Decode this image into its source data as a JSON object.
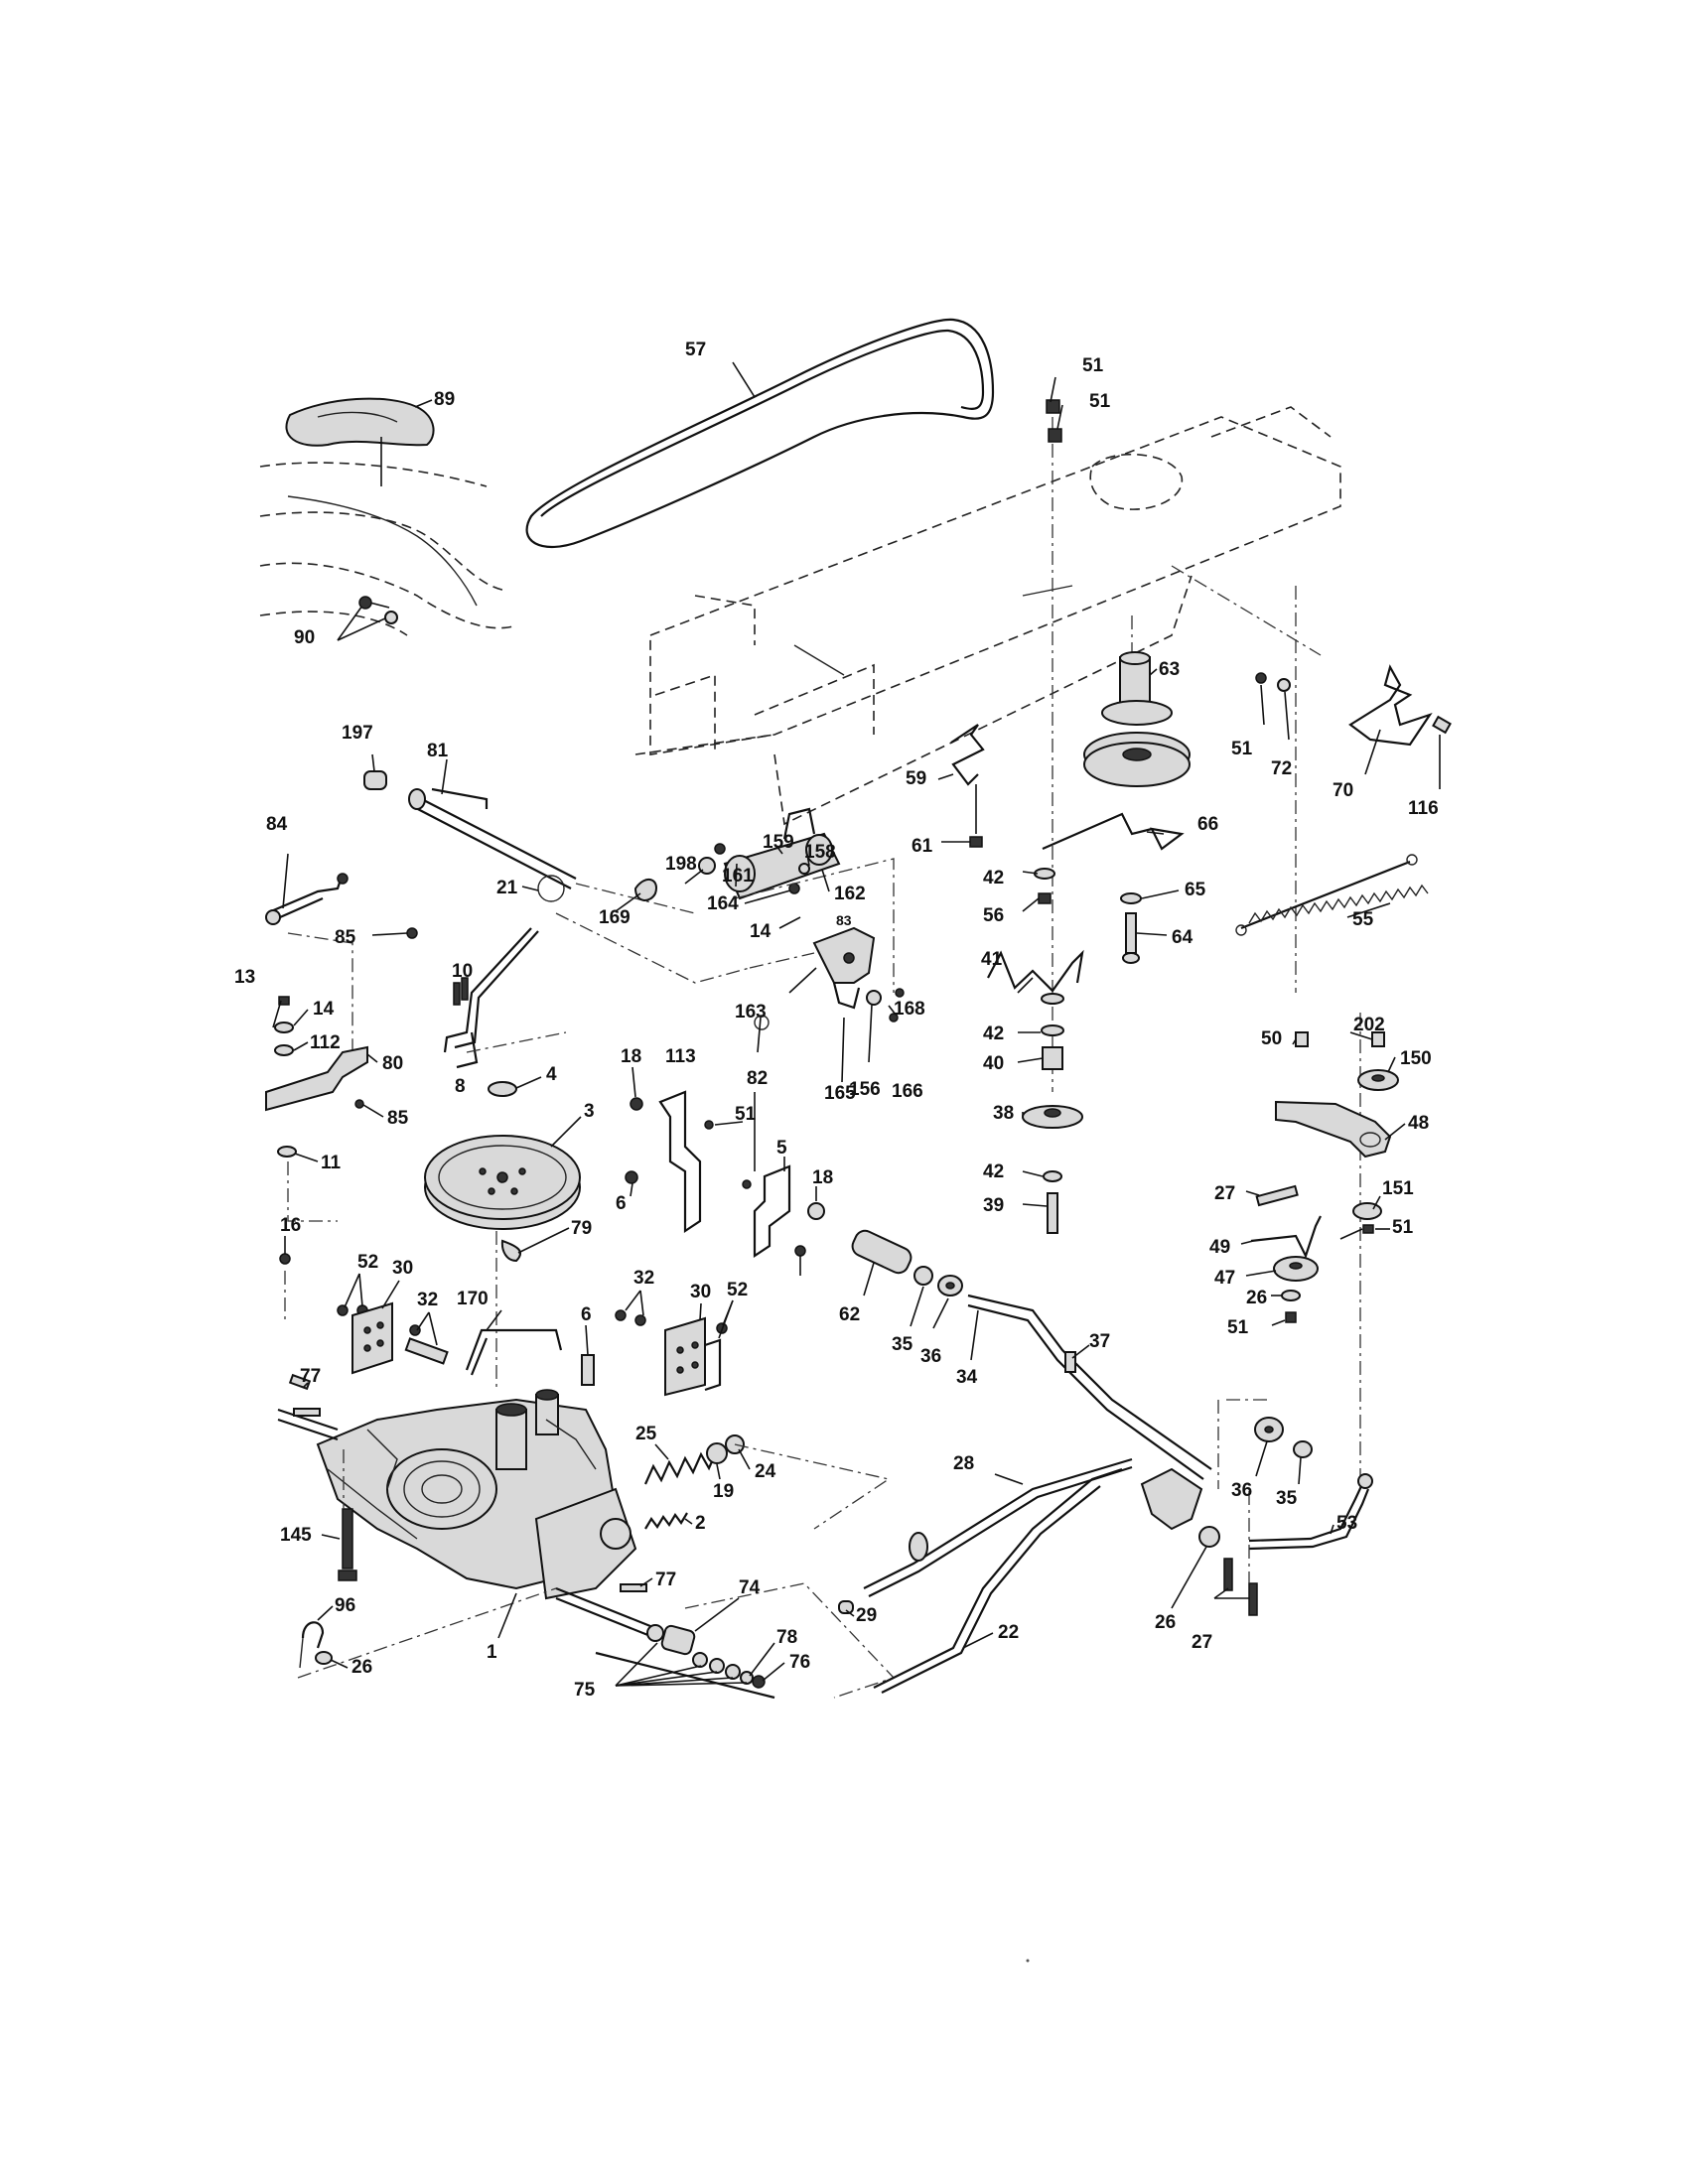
{
  "diagram": {
    "labels": [
      "57",
      "89",
      "51",
      "51",
      "90",
      "63",
      "51",
      "72",
      "70",
      "116",
      "197",
      "81",
      "59",
      "61",
      "66",
      "84",
      "198",
      "161",
      "159",
      "158",
      "162",
      "42",
      "56",
      "65",
      "64",
      "55",
      "85",
      "21",
      "169",
      "164",
      "14",
      "83",
      "10",
      "163",
      "168",
      "41",
      "13",
      "14",
      "112",
      "80",
      "85",
      "8",
      "42",
      "40",
      "18",
      "113",
      "82",
      "4",
      "3",
      "51",
      "165",
      "156",
      "166",
      "38",
      "50",
      "202",
      "150",
      "48",
      "11",
      "5",
      "42",
      "18",
      "39",
      "27",
      "151",
      "51",
      "6",
      "16",
      "79",
      "49",
      "47",
      "52",
      "30",
      "26",
      "51",
      "170",
      "32",
      "32",
      "30",
      "52",
      "6",
      "62",
      "35",
      "36",
      "34",
      "37",
      "77",
      "25",
      "24",
      "19",
      "2",
      "28",
      "36",
      "35",
      "145",
      "77",
      "53",
      "74",
      "29",
      "22",
      "1",
      "96",
      "26",
      "27",
      "26",
      "78",
      "76",
      "75"
    ]
  }
}
